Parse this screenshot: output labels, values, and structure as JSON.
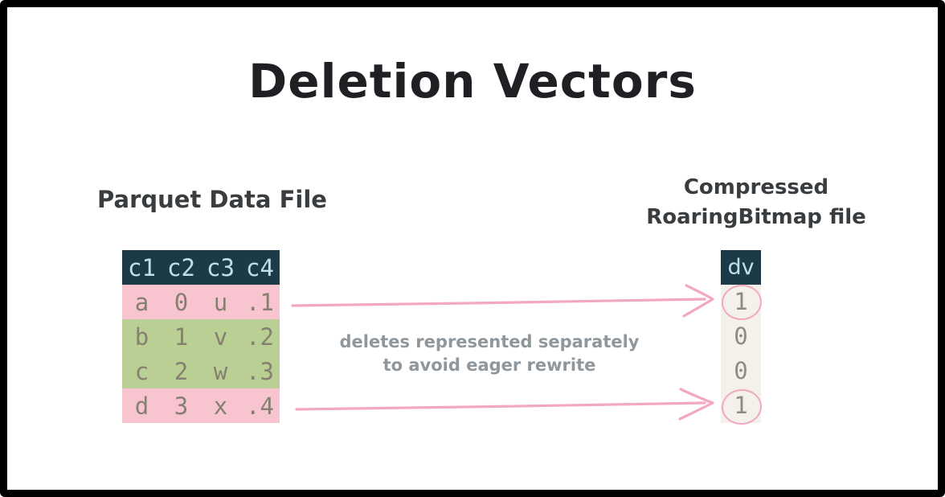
{
  "title": "Deletion Vectors",
  "left_label": "Parquet Data File",
  "right_label": {
    "line1": "Compressed",
    "line2": "RoaringBitmap file"
  },
  "note": {
    "line1": "deletes represented separately",
    "line2": "to avoid eager rewrite"
  },
  "parquet_table": {
    "headers": [
      "c1",
      "c2",
      "c3",
      "c4"
    ],
    "rows": [
      {
        "cells": [
          "a",
          "0",
          "u",
          ".1"
        ],
        "status": "deleted"
      },
      {
        "cells": [
          "b",
          "1",
          "v",
          ".2"
        ],
        "status": "kept"
      },
      {
        "cells": [
          "c",
          "2",
          "w",
          ".3"
        ],
        "status": "kept"
      },
      {
        "cells": [
          "d",
          "3",
          "x",
          ".4"
        ],
        "status": "deleted"
      }
    ]
  },
  "dv_column": {
    "header": "dv",
    "values": [
      "1",
      "0",
      "0",
      "1"
    ],
    "circled_row_indexes": [
      0,
      3
    ]
  },
  "colors": {
    "border": "#000000",
    "ink": "#1f2023",
    "label-text": "#3a3d40",
    "note-text": "#8f979c",
    "header-bg": "#1d3b47",
    "header-text": "#bfe0ea",
    "row-deleted": "#f8c4cf",
    "row-kept": "#b9cf94",
    "cell-text": "#85806f",
    "dv-bg": "#f3f1ea",
    "dv-text": "#8c8b86",
    "arrow": "#f2a9bf"
  }
}
